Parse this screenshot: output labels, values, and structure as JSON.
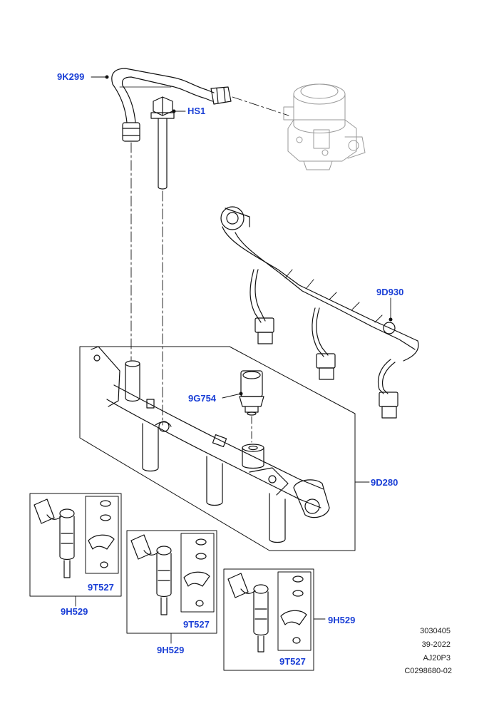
{
  "colors": {
    "callout_text": "#1a3fd6",
    "line": "#111111",
    "faded_part": "#9a9a9a",
    "meta_text": "#222222"
  },
  "callouts": {
    "fuel_pipe": "9K299",
    "bolt": "HS1",
    "wiring_harness": "9D930",
    "pressure_sensor": "9G754",
    "fuel_rail": "9D280",
    "injector_1": "9H529",
    "injector_2": "9H529",
    "injector_3": "9H529",
    "seal_kit_1": "9T527",
    "seal_kit_2": "9T527",
    "seal_kit_3": "9T527"
  },
  "reference": {
    "line1": "3030405",
    "line2": "39-2022",
    "line3": "AJ20P3",
    "line4": "C0298680-02"
  },
  "icons": [
    "fuel-pipe-icon",
    "bolt-icon",
    "high-pressure-pump-icon",
    "wiring-harness-icon",
    "fuel-rail-icon",
    "pressure-sensor-icon",
    "injector-icon",
    "o-ring-icon",
    "clip-icon"
  ]
}
